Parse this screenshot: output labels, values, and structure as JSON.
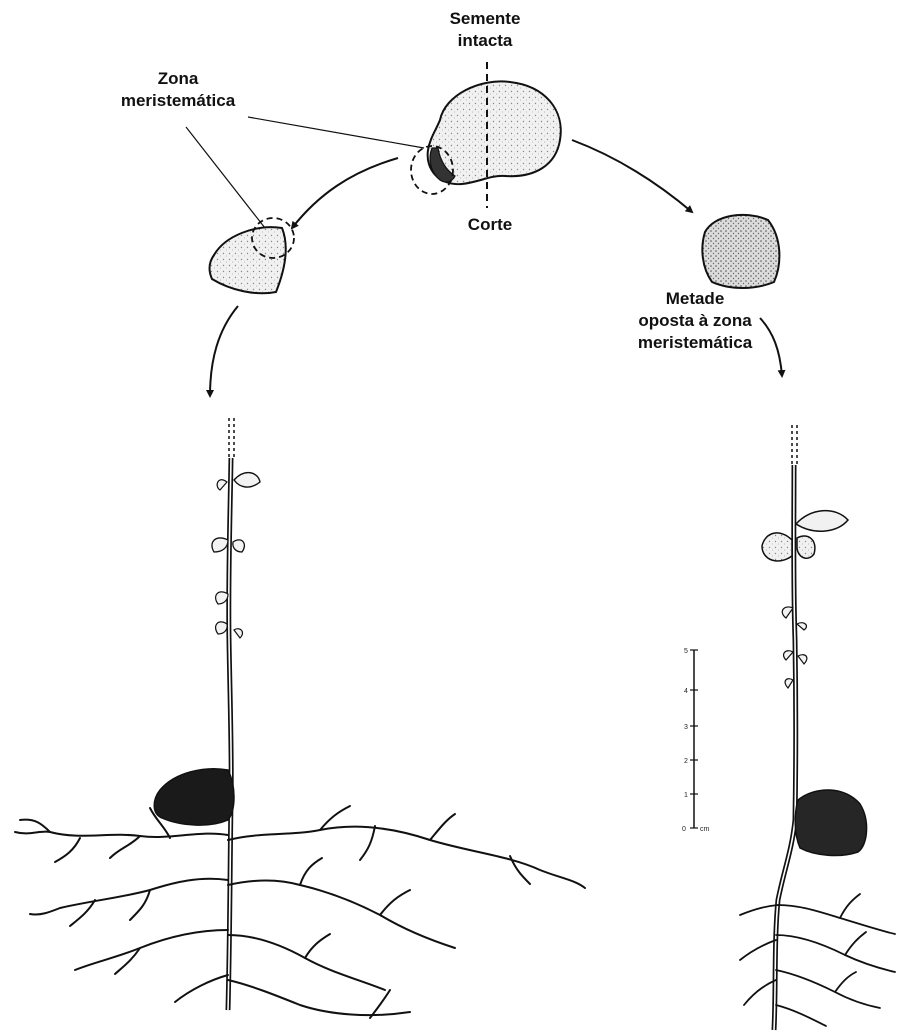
{
  "labels": {
    "intact_seed": [
      "Semente",
      "intacta"
    ],
    "meristem_zone": [
      "Zona",
      "meristemática"
    ],
    "cut": "Corte",
    "opposite_half": [
      "Metade",
      "oposta à zona",
      "meristemática"
    ]
  },
  "scale_bar": {
    "ticks": [
      "0",
      "1",
      "2",
      "3",
      "4",
      "5"
    ],
    "unit": "cm"
  },
  "colors": {
    "ink": "#111111",
    "seed_fill": "#e9e9e9",
    "cotyledon_fill": "#1a1a1a"
  }
}
